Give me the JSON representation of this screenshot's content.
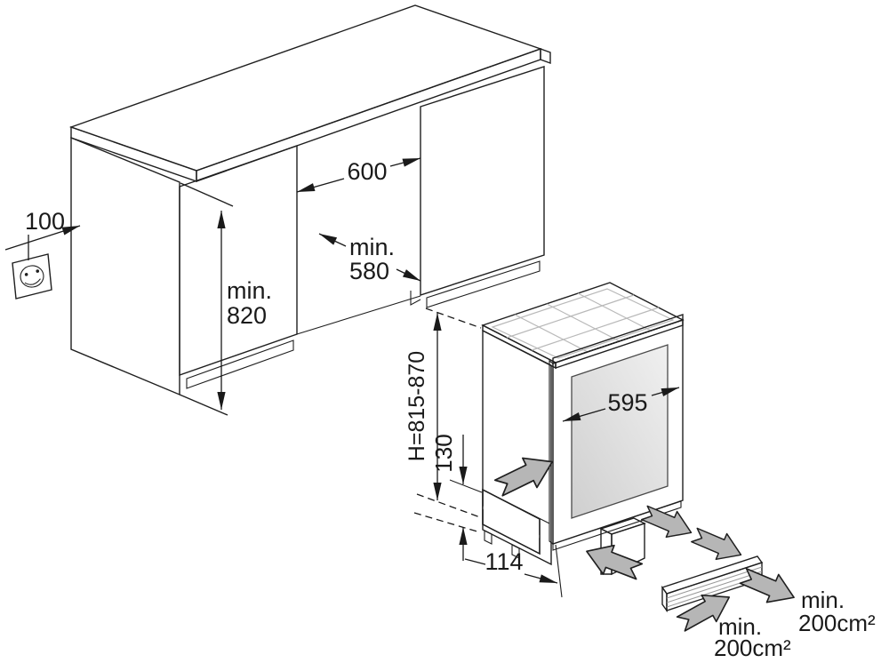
{
  "diagram": {
    "title": "built-under-appliance-installation-diagram",
    "line_color": "#1f1f1f",
    "counter_top_color": "#a8a8a8",
    "panel_color": "#dedede",
    "door_color": "#8d8d8d",
    "arrow_color": "#b6b6b6",
    "grille_color": "#383838"
  },
  "dims": {
    "socket_offset": "100",
    "niche_height_l1": "min.",
    "niche_height_l2": "820",
    "niche_width": "600",
    "niche_depth_l1": "min.",
    "niche_depth_l2": "580",
    "appliance_height": "H=815-870",
    "plinth_vent_height": "130",
    "appliance_width": "595",
    "plinth_depth": "114",
    "vent_out_l1": "min.",
    "vent_out_l2": "200cm²",
    "vent_in_l1": "min.",
    "vent_in_l2": "200cm²"
  }
}
